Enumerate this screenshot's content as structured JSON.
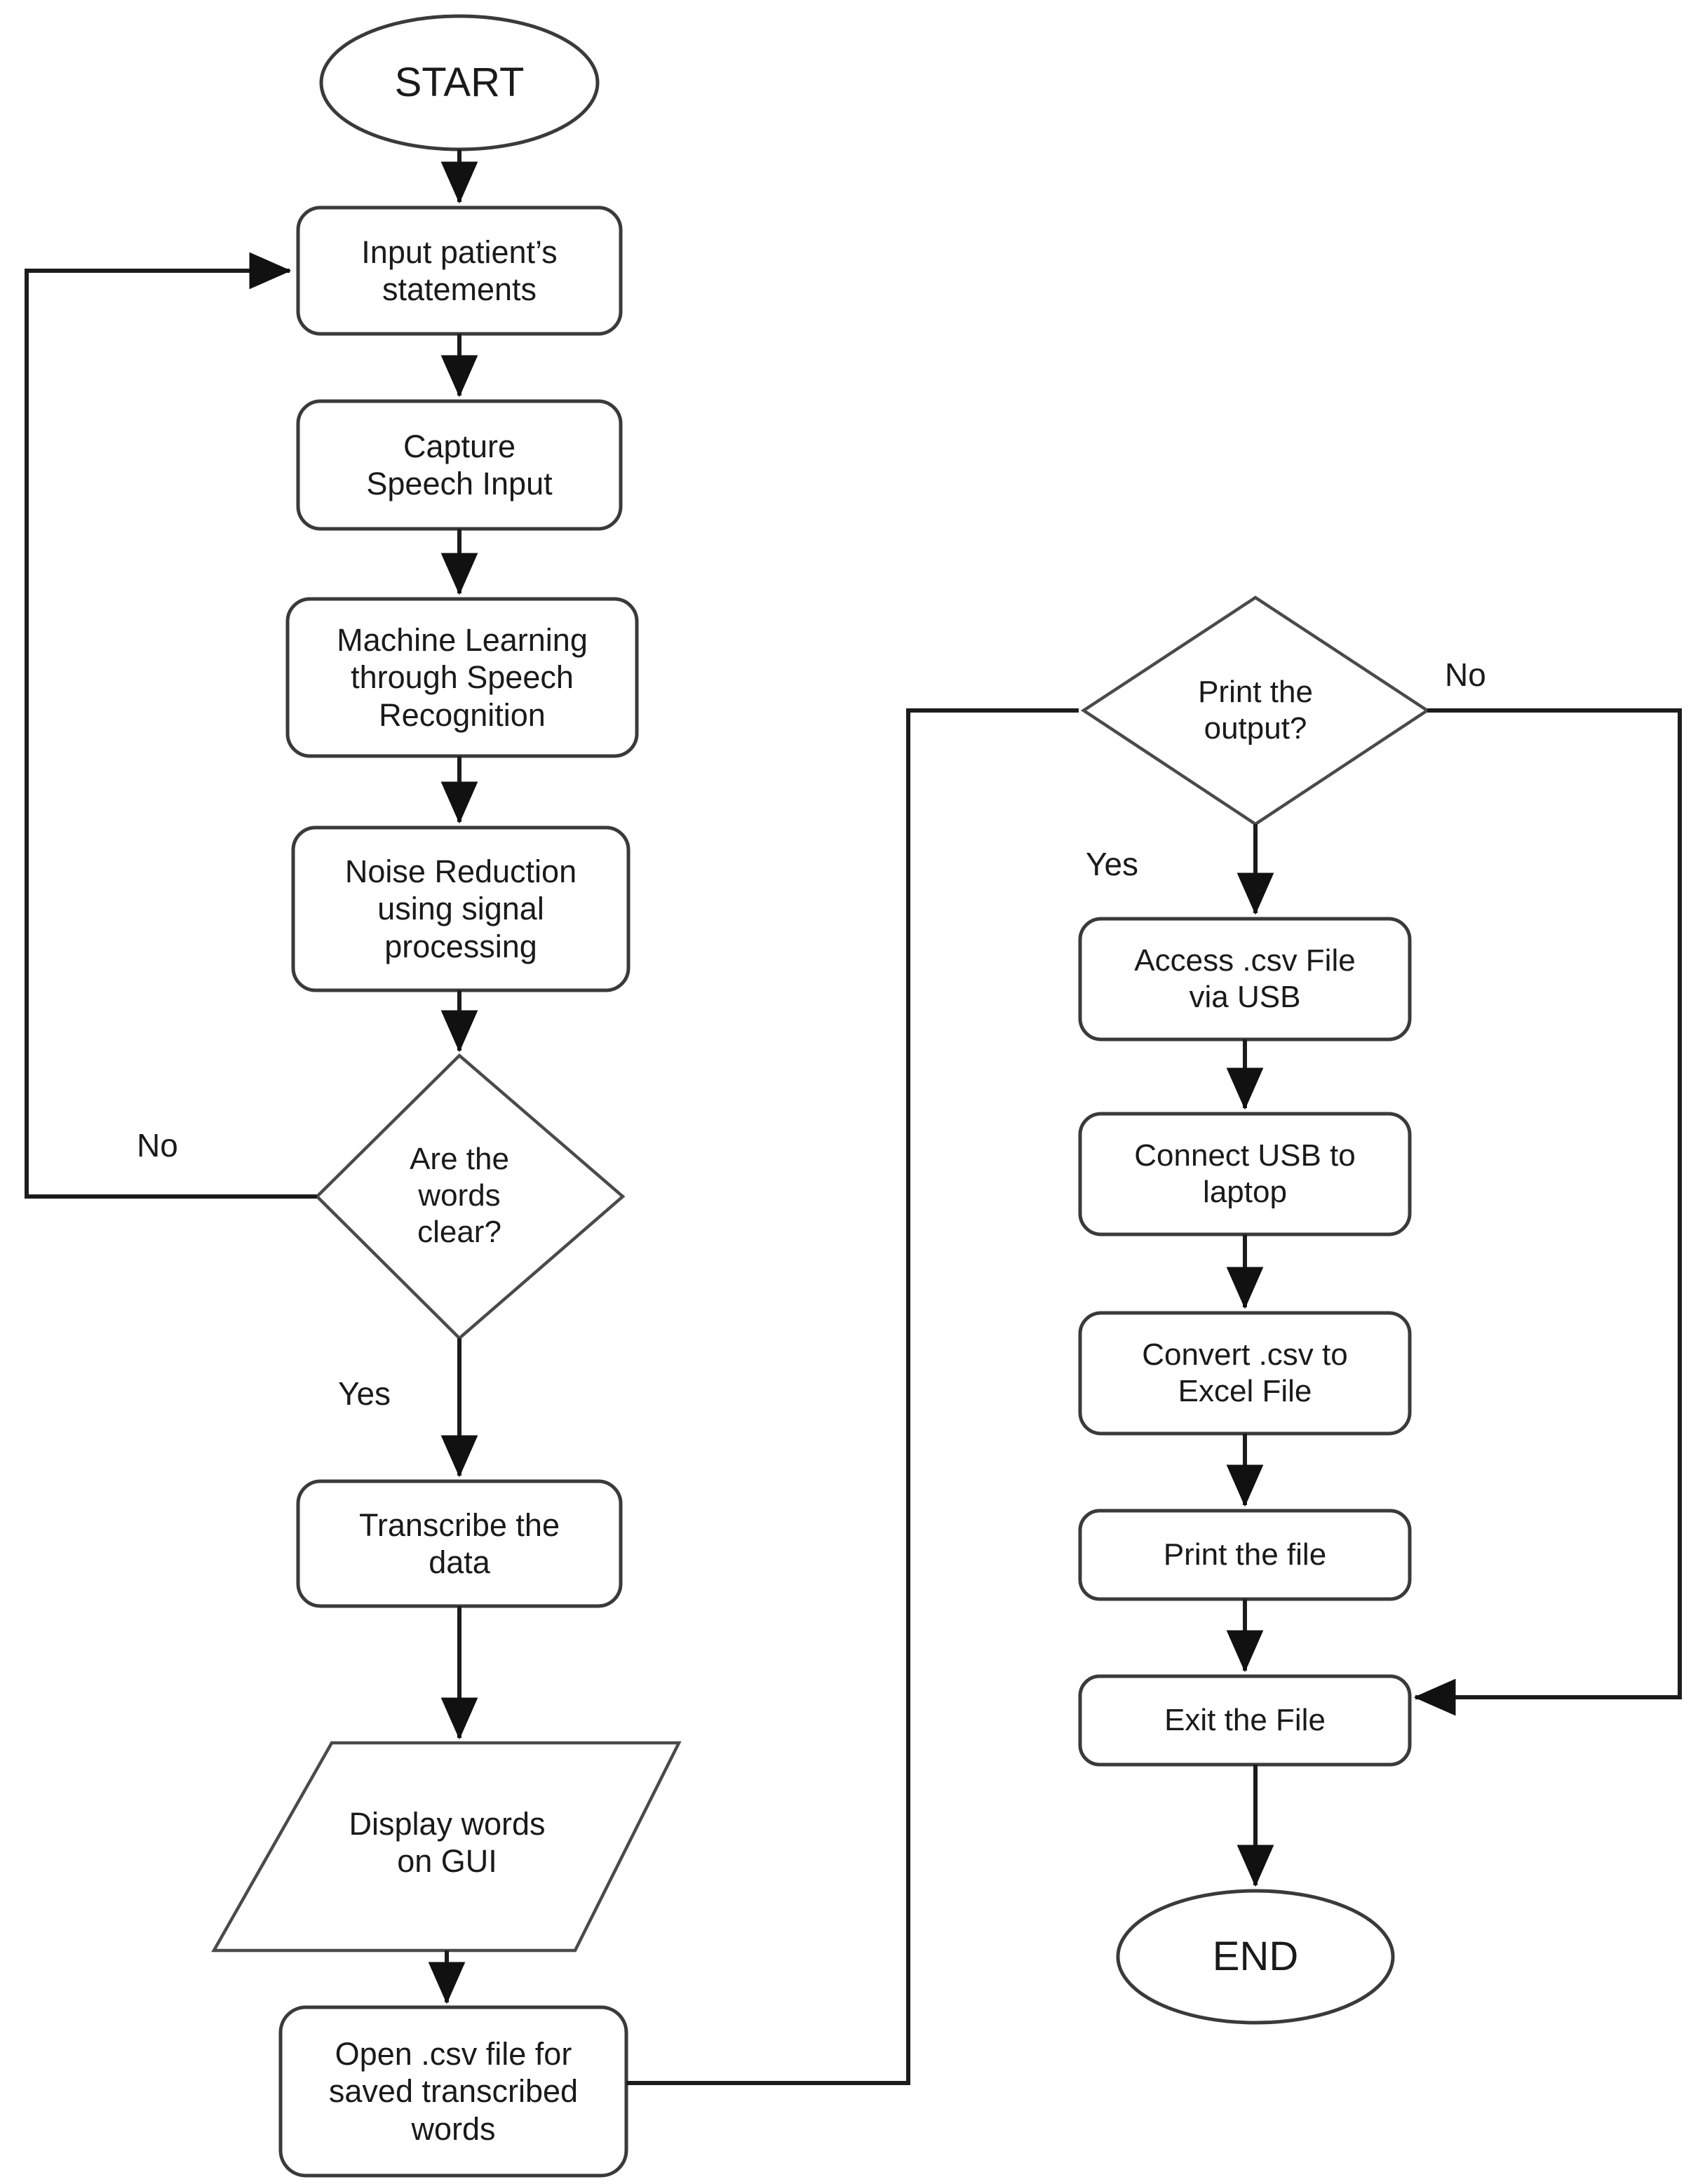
{
  "diagram": {
    "type": "flowchart",
    "orientation": "two-column",
    "background_color": "#ffffff",
    "line_color": "#1c1c1c",
    "shape_stroke_color": "#3a3a3a",
    "text_color": "#1a1a1a"
  },
  "nodes": {
    "start": {
      "label": "START",
      "shape": "terminator-oval"
    },
    "input_statements": {
      "label": "Input patient’s\nstatements",
      "shape": "process-rounded-rect"
    },
    "capture_speech": {
      "label": "Capture\nSpeech Input",
      "shape": "process-rounded-rect"
    },
    "machine_learning": {
      "label": "Machine Learning\nthrough Speech\nRecognition",
      "shape": "process-rounded-rect"
    },
    "noise_reduction": {
      "label": "Noise Reduction\nusing signal\nprocessing",
      "shape": "process-rounded-rect"
    },
    "words_clear": {
      "label": "Are the\nwords\nclear?",
      "shape": "decision-diamond"
    },
    "transcribe": {
      "label": "Transcribe the\ndata",
      "shape": "process-rounded-rect"
    },
    "display_gui": {
      "label": "Display words\non GUI",
      "shape": "display-parallelogram"
    },
    "open_csv": {
      "label": "Open .csv file for\nsaved transcribed\nwords",
      "shape": "process-rounded-rect"
    },
    "print_output": {
      "label": "Print the\noutput?",
      "shape": "decision-diamond"
    },
    "access_csv": {
      "label": "Access .csv File\nvia USB",
      "shape": "process-rounded-rect"
    },
    "connect_usb": {
      "label": "Connect USB to\nlaptop",
      "shape": "process-rounded-rect"
    },
    "convert_excel": {
      "label": "Convert .csv to\nExcel File",
      "shape": "process-rounded-rect"
    },
    "print_file": {
      "label": "Print the file",
      "shape": "process-rounded-rect"
    },
    "exit_file": {
      "label": "Exit the File",
      "shape": "process-rounded-rect"
    },
    "end": {
      "label": "END",
      "shape": "terminator-oval"
    }
  },
  "edge_labels": {
    "words_clear_no": "No",
    "words_clear_yes": "Yes",
    "print_output_no": "No",
    "print_output_yes": "Yes"
  },
  "edges": [
    {
      "from": "start",
      "to": "input_statements",
      "label": ""
    },
    {
      "from": "input_statements",
      "to": "capture_speech",
      "label": ""
    },
    {
      "from": "capture_speech",
      "to": "machine_learning",
      "label": ""
    },
    {
      "from": "machine_learning",
      "to": "noise_reduction",
      "label": ""
    },
    {
      "from": "noise_reduction",
      "to": "words_clear",
      "label": ""
    },
    {
      "from": "words_clear",
      "to": "input_statements",
      "label": "No"
    },
    {
      "from": "words_clear",
      "to": "transcribe",
      "label": "Yes"
    },
    {
      "from": "transcribe",
      "to": "display_gui",
      "label": ""
    },
    {
      "from": "display_gui",
      "to": "open_csv",
      "label": ""
    },
    {
      "from": "open_csv",
      "to": "print_output",
      "label": ""
    },
    {
      "from": "print_output",
      "to": "access_csv",
      "label": "Yes"
    },
    {
      "from": "print_output",
      "to": "exit_file",
      "label": "No"
    },
    {
      "from": "access_csv",
      "to": "connect_usb",
      "label": ""
    },
    {
      "from": "connect_usb",
      "to": "convert_excel",
      "label": ""
    },
    {
      "from": "convert_excel",
      "to": "print_file",
      "label": ""
    },
    {
      "from": "print_file",
      "to": "exit_file",
      "label": ""
    },
    {
      "from": "exit_file",
      "to": "end",
      "label": ""
    }
  ]
}
